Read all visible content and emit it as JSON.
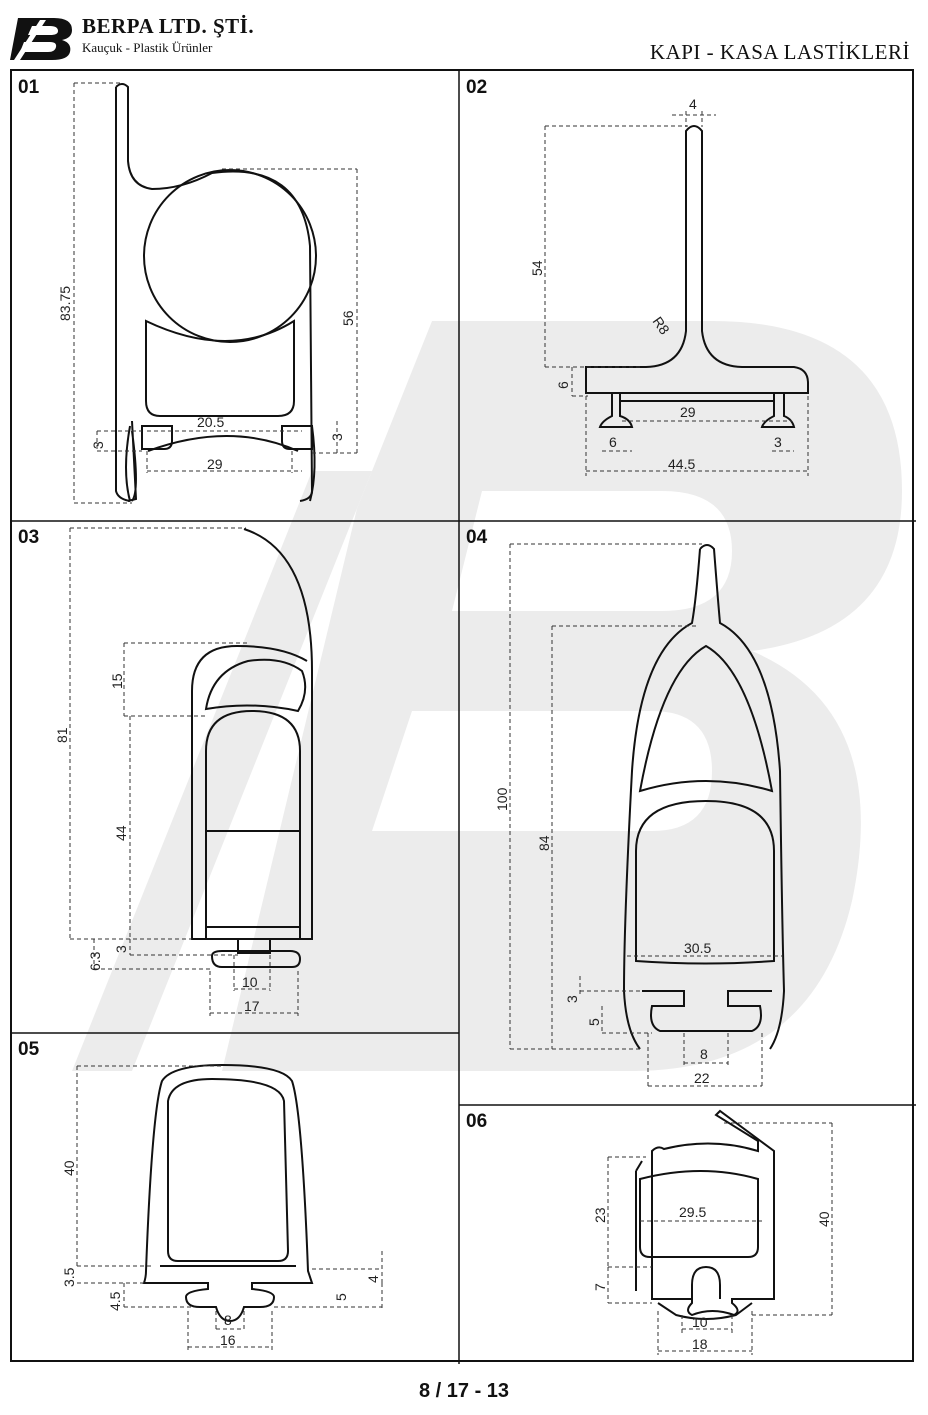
{
  "header": {
    "logo_letter": "B",
    "company": "BERPA LTD. ŞTİ.",
    "tagline": "Kauçuk - Plastik Ürünler",
    "catalog_title": "KAPI - KASA LASTİKLERİ"
  },
  "panels": [
    {
      "id": "01",
      "dims": [
        "83.75",
        "56",
        "20.5",
        "3",
        "3",
        "29"
      ]
    },
    {
      "id": "02",
      "dims": [
        "4",
        "54",
        "R8",
        "6",
        "29",
        "6",
        "3",
        "44.5"
      ]
    },
    {
      "id": "03",
      "dims": [
        "81",
        "15",
        "44",
        "6.3",
        "3",
        "10",
        "17"
      ]
    },
    {
      "id": "04",
      "dims": [
        "100",
        "84",
        "30.5",
        "3",
        "5",
        "8",
        "22"
      ]
    },
    {
      "id": "05",
      "dims": [
        "40",
        "3.5",
        "4.5",
        "4",
        "5",
        "8",
        "16"
      ]
    },
    {
      "id": "06",
      "dims": [
        "23",
        "29.5",
        "40",
        "7",
        "10",
        "18"
      ]
    }
  ],
  "footer": {
    "page_code": "8 / 17 - 13"
  },
  "colors": {
    "line": "#111111",
    "watermark": "#ececec",
    "dim": "#222222"
  }
}
